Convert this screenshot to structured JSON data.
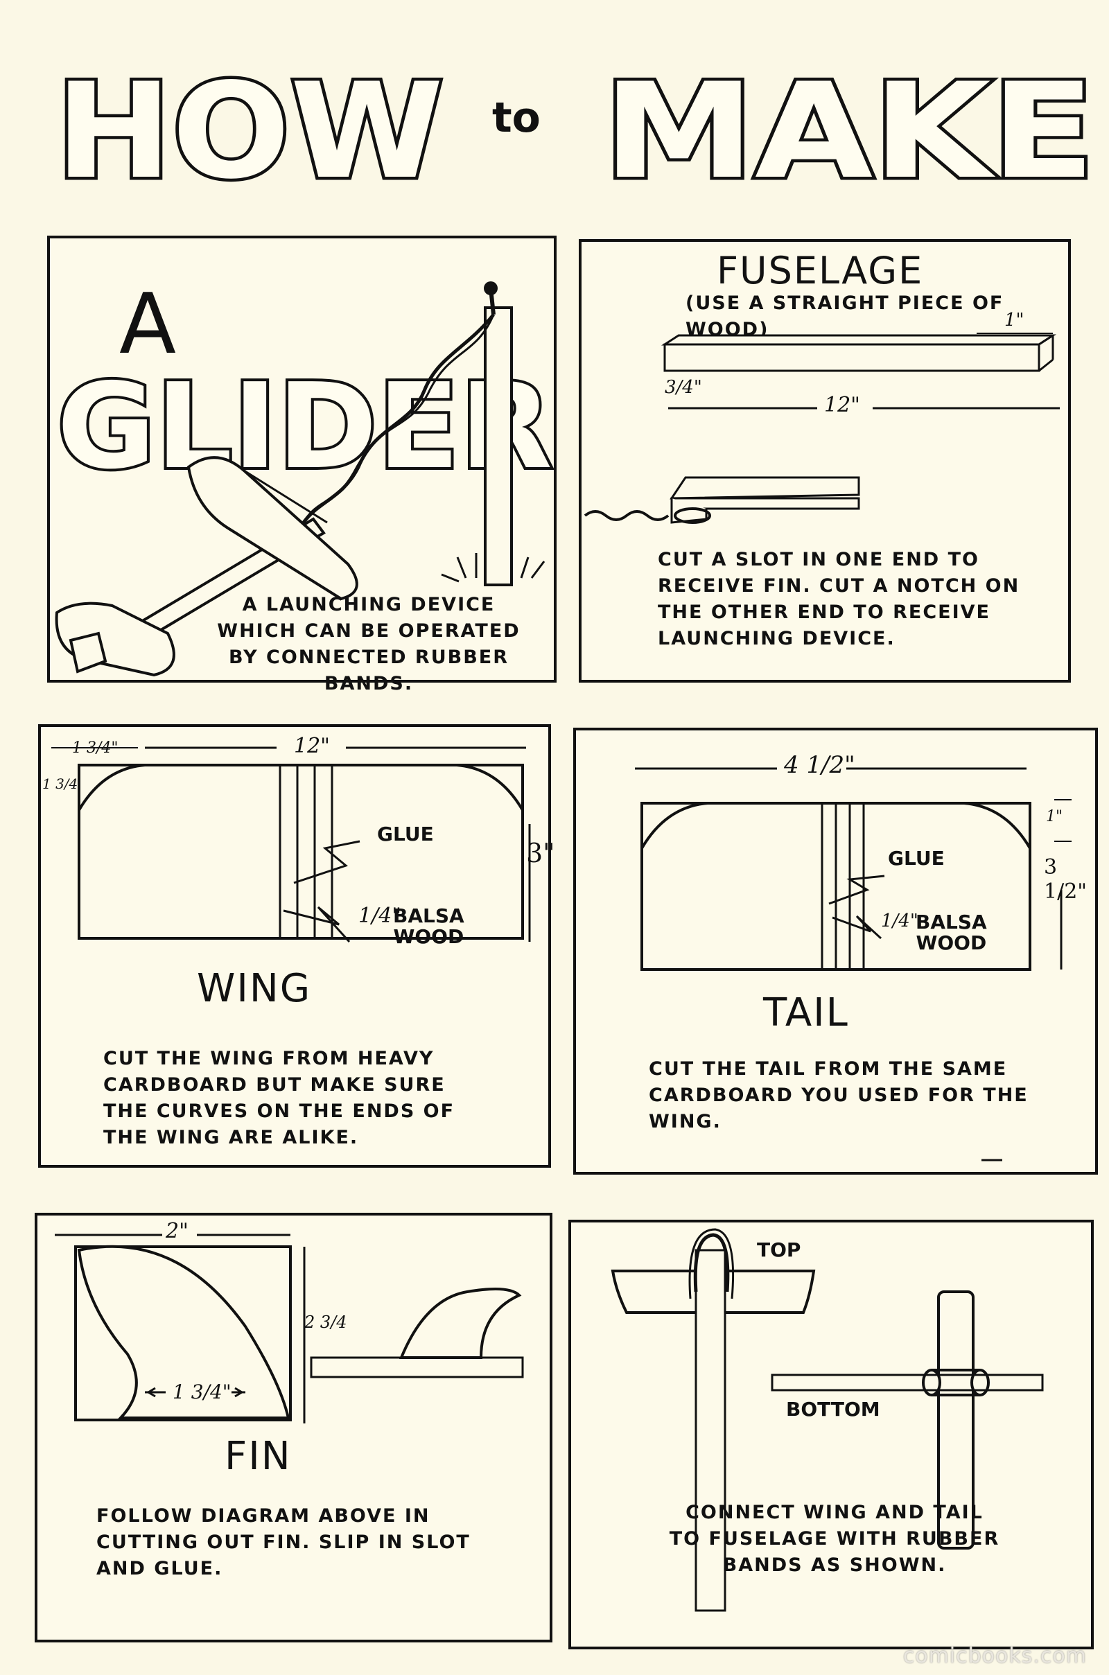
{
  "title": {
    "word1": "HOW",
    "word2": "to",
    "word3": "MAKE"
  },
  "panels": {
    "glider": {
      "letter_a": "A",
      "word": "GLIDER",
      "caption": "A LAUNCHING DEVICE\nWHICH CAN BE OPERATED\nBY  CONNECTED  RUBBER\nBANDS."
    },
    "fuselage": {
      "heading": "FUSELAGE",
      "subheading": "(USE  A  STRAIGHT  PIECE  OF  WOOD)",
      "dim_width": "1\"",
      "dim_height": "3/4\"",
      "dim_length": "12\"",
      "caption": "CUT  A  SLOT  IN  ONE  END  TO\nRECEIVE  FIN.  CUT  A  NOTCH  ON\nTHE  OTHER  END  TO  RECEIVE\nLAUNCHING  DEVICE."
    },
    "wing": {
      "heading": "WING",
      "dim_top": "12\"",
      "dim_corner": "1 3/4\"",
      "dim_side_small": "1 3/4",
      "dim_height": "3\"",
      "label_glue": "GLUE",
      "label_balsa_dim": "1/4\"",
      "label_balsa": "BALSA\nWOOD",
      "caption": "CUT  THE  WING  FROM  HEAVY\nCARDBOARD  BUT  MAKE  SURE\nTHE  CURVES  ON  THE  ENDS  OF\nTHE  WING  ARE  ALIKE."
    },
    "tail": {
      "heading": "TAIL",
      "dim_top": "4 1/2\"",
      "dim_small": "1\"",
      "dim_height": "3 1/2\"",
      "label_glue": "GLUE",
      "label_balsa_dim": "1/4\"",
      "label_balsa": "BALSA\nWOOD",
      "caption": "CUT  THE  TAIL  FROM  THE  SAME\nCARDBOARD  YOU  USED  FOR  THE\nWING."
    },
    "fin": {
      "heading": "FIN",
      "dim_top": "2\"",
      "dim_height": "2 3/4",
      "dim_inner": "1 3/4\"",
      "caption": "FOLLOW DIAGRAM  ABOVE  IN\nCUTTING  OUT  FIN.  SLIP  IN  SLOT\nAND  GLUE."
    },
    "connect": {
      "label_top": "TOP",
      "label_bottom": "BOTTOM",
      "caption": "CONNECT  WING  AND  TAIL\nTO  FUSELAGE  WITH  RUBBER\nBANDS  AS  SHOWN."
    }
  },
  "watermark": "comicbooks.com"
}
